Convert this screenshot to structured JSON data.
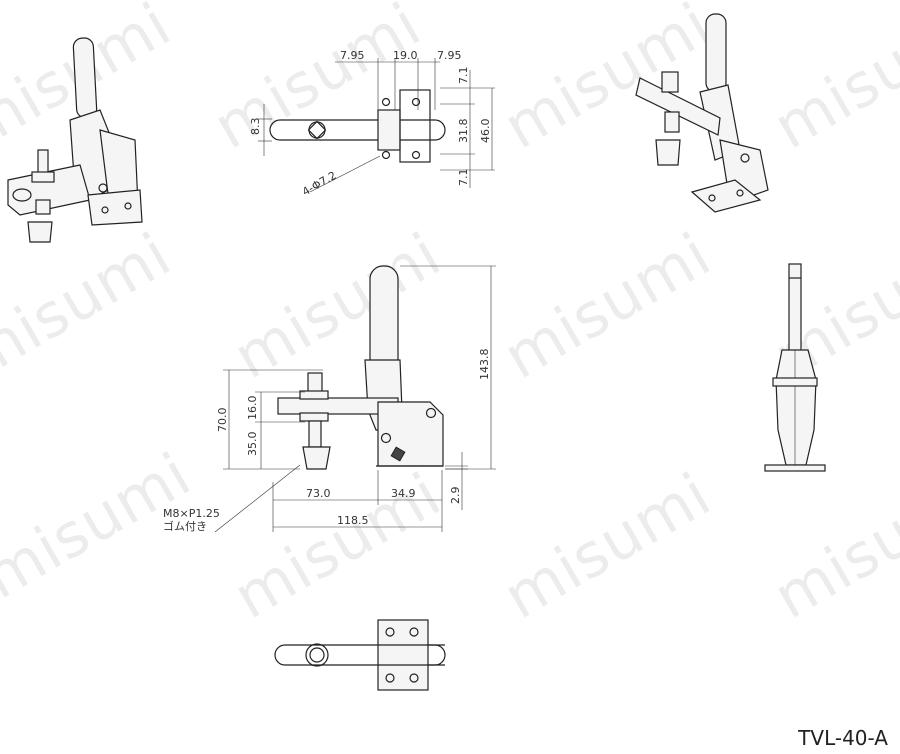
{
  "watermark": "misumi",
  "model_code": "TVL-40-A",
  "top_view": {
    "dims": [
      "7.95",
      "19.0",
      "7.95",
      "8.3",
      "7.1",
      "31.8",
      "46.0",
      "7.1"
    ],
    "hole_note": "4-Φ7.2"
  },
  "side_view": {
    "dims": [
      "70.0",
      "16.0",
      "35.0",
      "143.8",
      "73.0",
      "34.9",
      "2.9",
      "118.5"
    ],
    "note_line1": "M8×P1.25",
    "note_line2": "ゴム付き"
  }
}
